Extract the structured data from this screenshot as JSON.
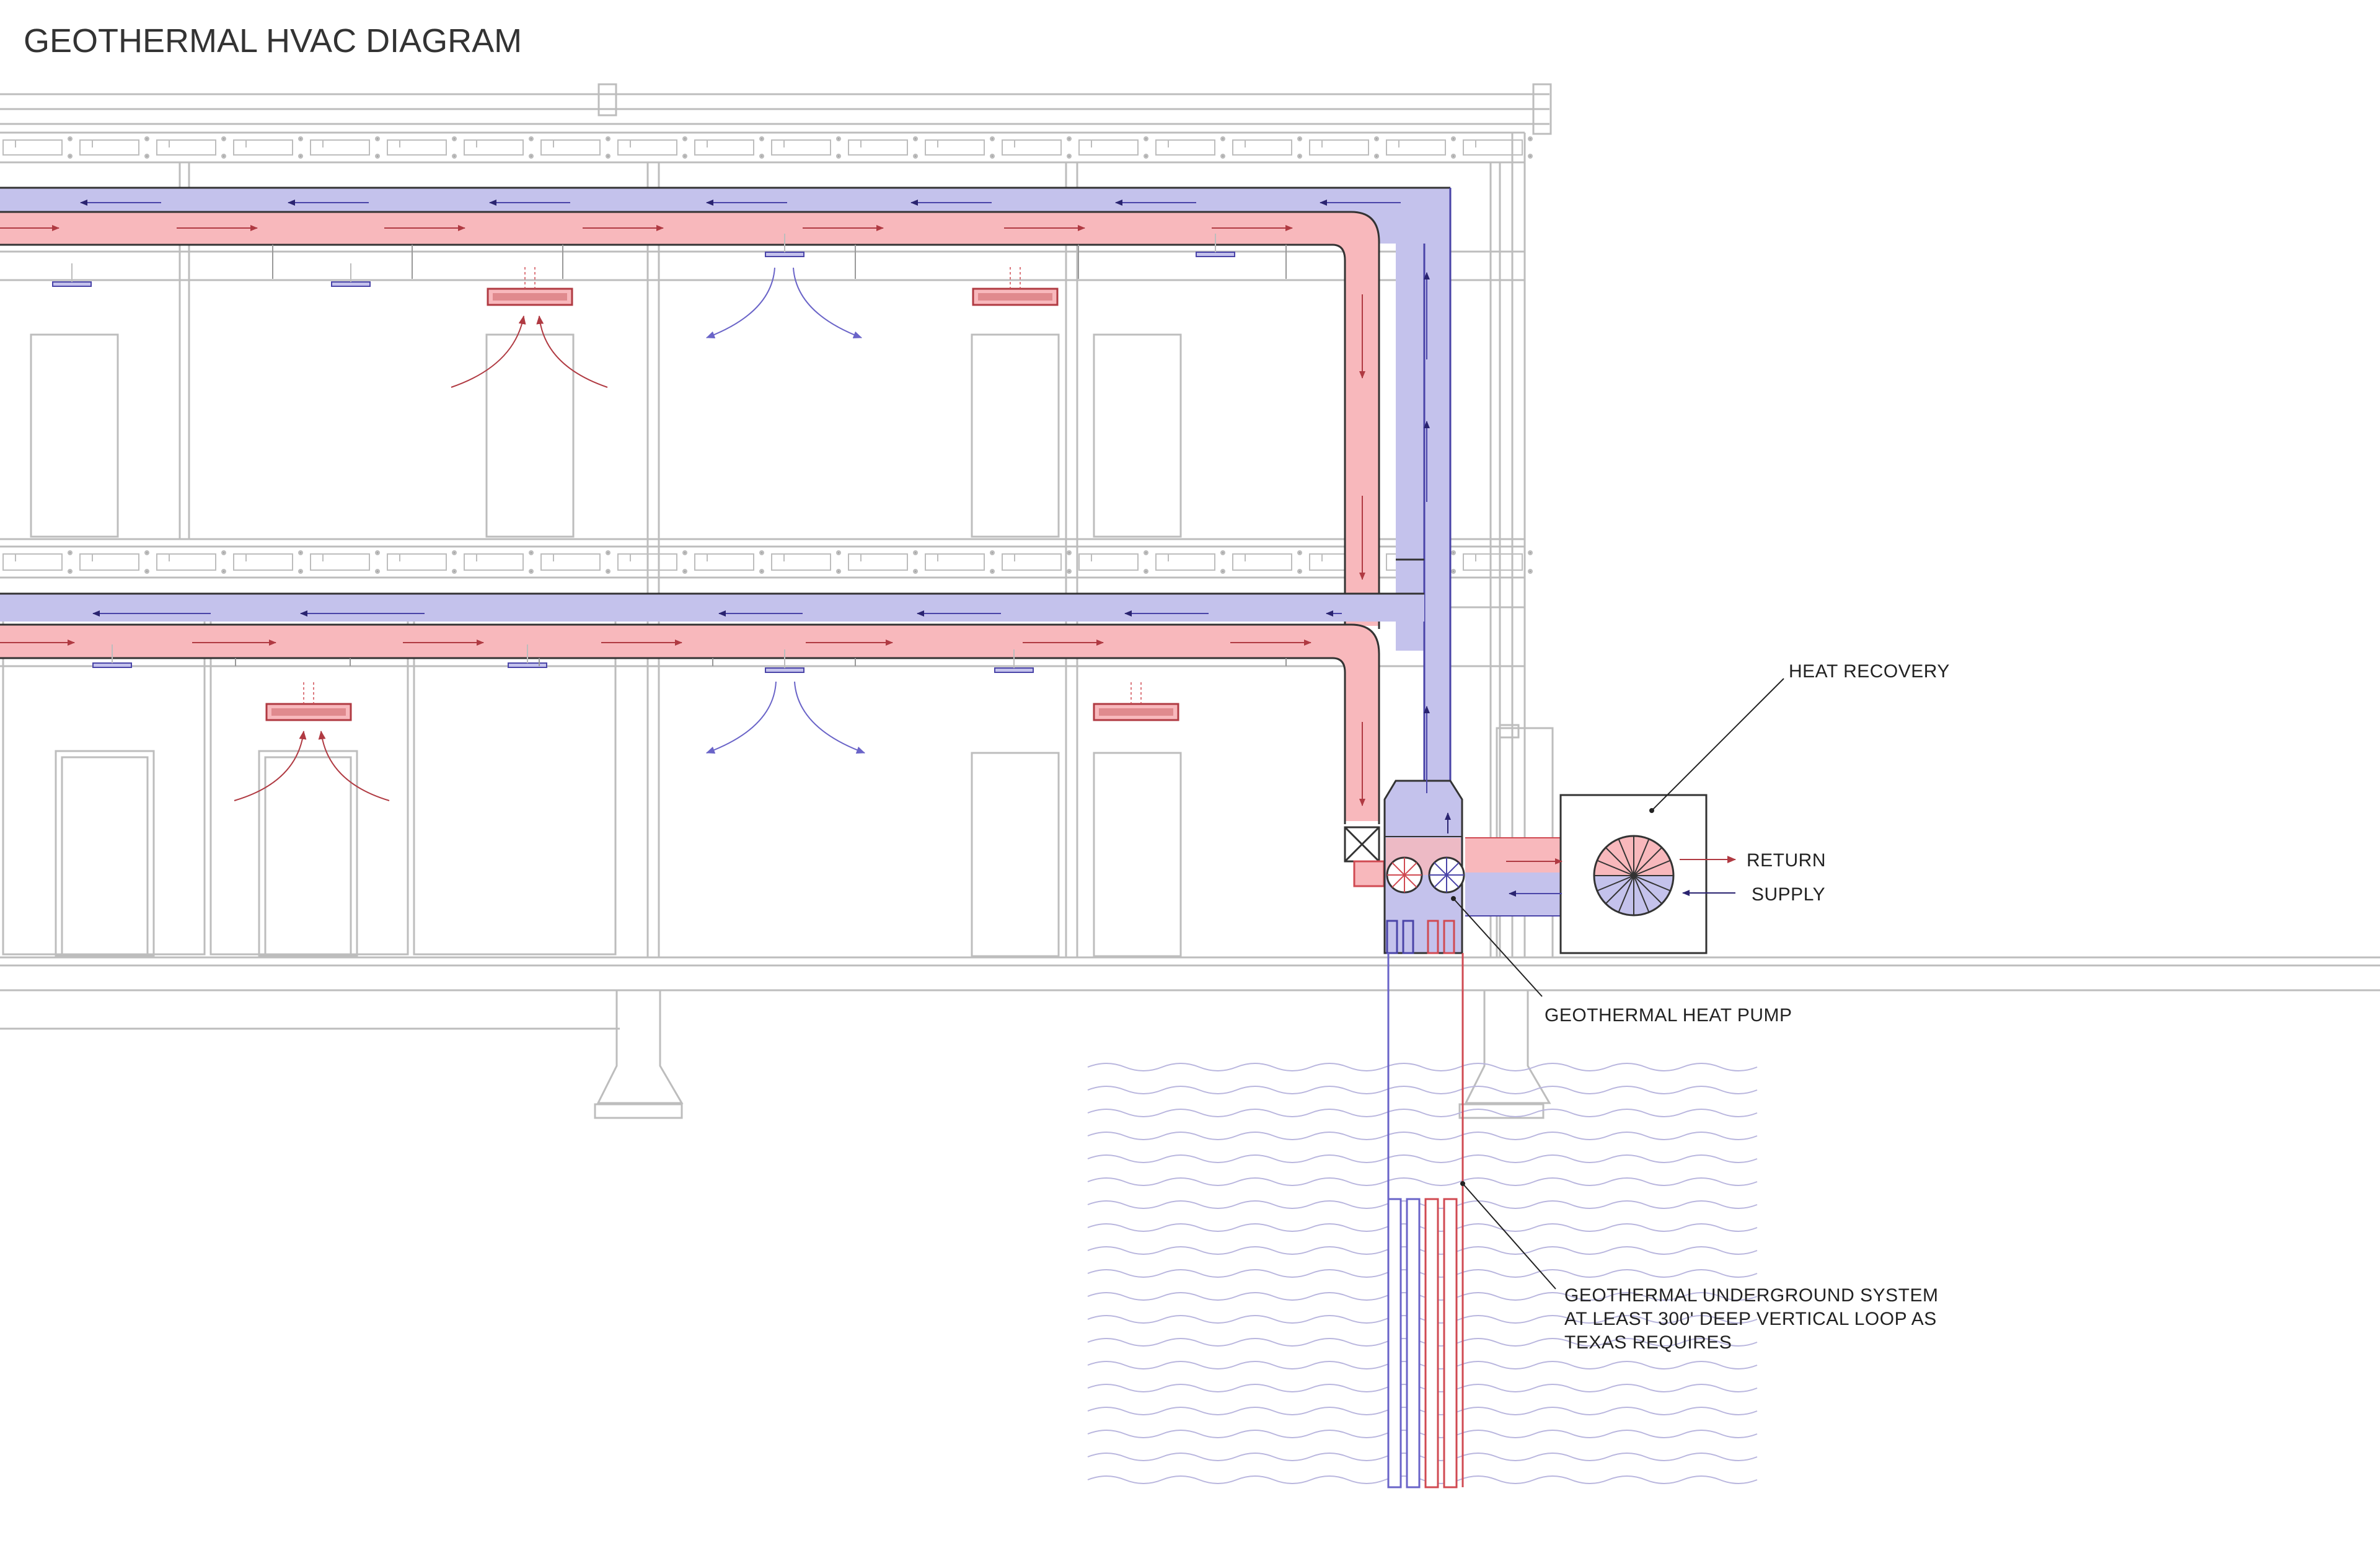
{
  "title": "GEOTHERMAL HVAC DIAGRAM",
  "labels": {
    "heat_recovery": "HEAT RECOVERY",
    "return": "RETURN",
    "supply": "SUPPLY",
    "heat_pump": "GEOTHERMAL HEAT PUMP",
    "underground_line1": "GEOTHERMAL UNDERGROUND SYSTEM",
    "underground_line2": "AT LEAST 300' DEEP VERTICAL LOOP AS",
    "underground_line3": "TEXAS REQUIRES"
  },
  "colors": {
    "supply_duct": "#f8b8bc",
    "supply_line": "#d04a52",
    "return_duct": "#c4c2ec",
    "return_line": "#4a44a8",
    "structure": "#bdbdbd",
    "dark": "#333333",
    "fixture_red": "#e08a8e",
    "soil_wave": "#b9b6de"
  }
}
